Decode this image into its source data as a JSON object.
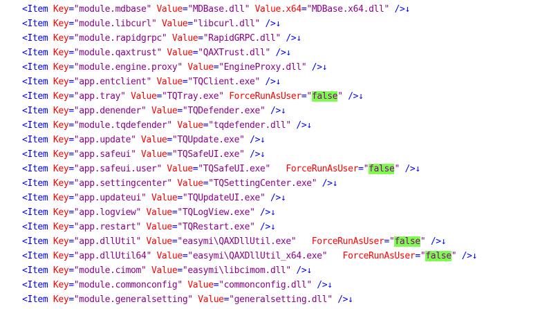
{
  "colors": {
    "tag": "#0000ff",
    "attribute": "#ff0000",
    "string": "#8b008b",
    "highlight": "#7cfc4c",
    "background": "#ffffff"
  },
  "editor": {
    "end_marker": "/>↓",
    "lines": [
      {
        "key": "module.mdbase",
        "value": "MDBase.dll",
        "extra_attr": "Value.x64",
        "extra_value": "MDBase.x64.dll",
        "highlight": false
      },
      {
        "key": "module.libcurl",
        "value": "libcurl.dll",
        "extra_attr": null,
        "extra_value": null,
        "highlight": false
      },
      {
        "key": "module.rapidgrpc",
        "value": "RapidGRPC.dll",
        "extra_attr": null,
        "extra_value": null,
        "highlight": false
      },
      {
        "key": "module.qaxtrust",
        "value": "QAXTrust.dll",
        "extra_attr": null,
        "extra_value": null,
        "highlight": false
      },
      {
        "key": "module.engine.proxy",
        "value": "EngineProxy.dll",
        "extra_attr": null,
        "extra_value": null,
        "highlight": false
      },
      {
        "key": "app.entclient",
        "value": "TQClient.exe",
        "extra_attr": null,
        "extra_value": null,
        "highlight": false
      },
      {
        "key": "app.tray",
        "value": "TQTray.exe",
        "extra_attr": "ForceRunAsUser",
        "extra_value": "false",
        "highlight": true
      },
      {
        "key": "app.denender",
        "value": "TQDefender.exe",
        "extra_attr": null,
        "extra_value": null,
        "highlight": false
      },
      {
        "key": "module.tqdefender",
        "value": "tqdefender.dll",
        "extra_attr": null,
        "extra_value": null,
        "highlight": false
      },
      {
        "key": "app.update",
        "value": "TQUpdate.exe",
        "extra_attr": null,
        "extra_value": null,
        "highlight": false
      },
      {
        "key": "app.safeui",
        "value": "TQSafeUI.exe",
        "extra_attr": null,
        "extra_value": null,
        "highlight": false
      },
      {
        "key": "app.safeui.user",
        "value": "TQSafeUI.exe",
        "extra_attr": "ForceRunAsUser",
        "extra_value": "false",
        "highlight": true
      },
      {
        "key": "app.settingcenter",
        "value": "TQSettingCenter.exe",
        "extra_attr": null,
        "extra_value": null,
        "highlight": false
      },
      {
        "key": "app.updateui",
        "value": "TQUpdateUI.exe",
        "extra_attr": null,
        "extra_value": null,
        "highlight": false
      },
      {
        "key": "app.logview",
        "value": "TQLogView.exe",
        "extra_attr": null,
        "extra_value": null,
        "highlight": false
      },
      {
        "key": "app.restart",
        "value": "TQRestart.exe",
        "extra_attr": null,
        "extra_value": null,
        "highlight": false
      },
      {
        "key": "app.dllUtil",
        "value": "easymi\\QAXDllUtil.exe",
        "extra_attr": "ForceRunAsUser",
        "extra_value": "false",
        "highlight": true
      },
      {
        "key": "app.dllUtil64",
        "value": "easymi\\QAXDllUtil_x64.exe",
        "extra_attr": "ForceRunAsUser",
        "extra_value": "false",
        "highlight": true
      },
      {
        "key": "module.cimom",
        "value": "easymi\\libcimom.dll",
        "extra_attr": null,
        "extra_value": null,
        "highlight": false
      },
      {
        "key": "module.commonconfig",
        "value": "commonconfig.dll",
        "extra_attr": null,
        "extra_value": null,
        "highlight": false
      },
      {
        "key": "module.generalsetting",
        "value": "generalsetting.dll",
        "extra_attr": null,
        "extra_value": null,
        "highlight": false
      }
    ]
  }
}
